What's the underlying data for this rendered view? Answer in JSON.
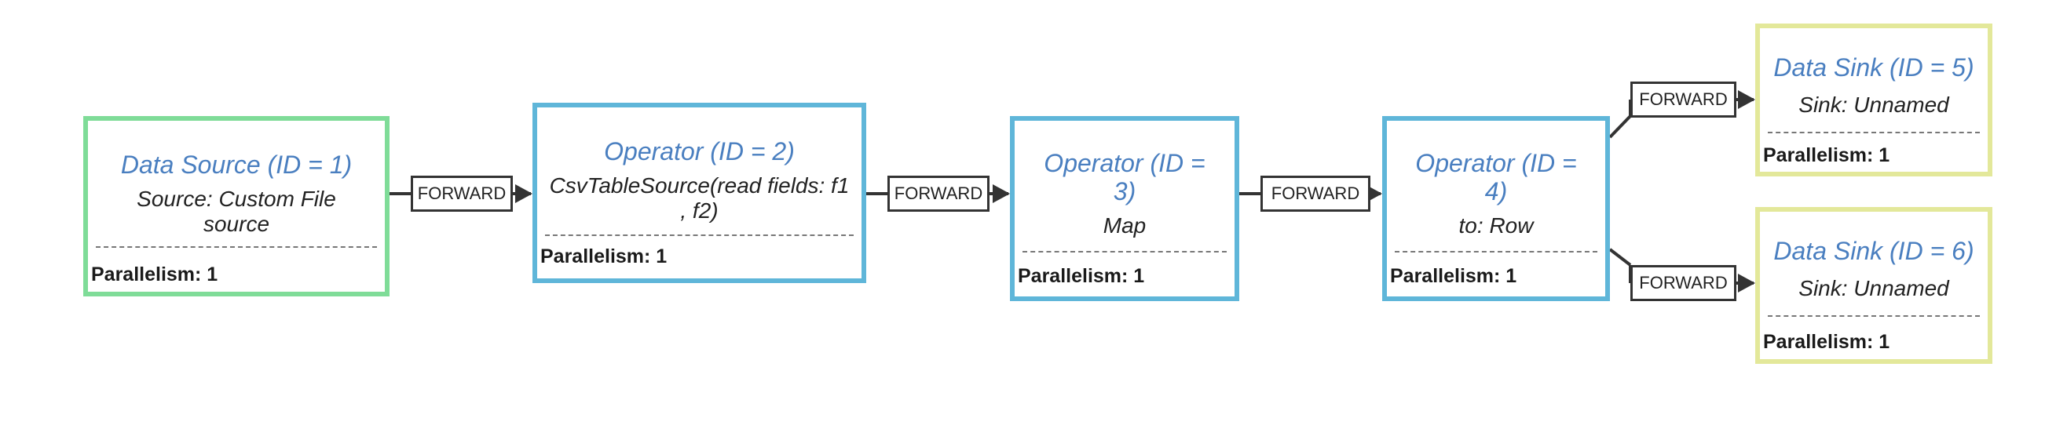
{
  "nodes": [
    {
      "id": "n1",
      "kind": "src",
      "title": "Data Source (ID = 1)",
      "desc": [
        "Source: Custom File",
        "source"
      ],
      "parallelism": "Parallelism: 1"
    },
    {
      "id": "n2",
      "kind": "op",
      "title": "Operator (ID = 2)",
      "desc": [
        "CsvTableSource(read fields: f1",
        ", f2)"
      ],
      "parallelism": "Parallelism: 1"
    },
    {
      "id": "n3",
      "kind": "op",
      "title": "Operator (ID = 3)",
      "desc": [
        "Map"
      ],
      "parallelism": "Parallelism: 1"
    },
    {
      "id": "n4",
      "kind": "op",
      "title": "Operator (ID = 4)",
      "desc": [
        "to: Row"
      ],
      "parallelism": "Parallelism: 1"
    },
    {
      "id": "n5",
      "kind": "sink",
      "title": "Data Sink (ID = 5)",
      "desc": [
        "Sink: Unnamed"
      ],
      "parallelism": "Parallelism: 1"
    },
    {
      "id": "n6",
      "kind": "sink",
      "title": "Data Sink (ID = 6)",
      "desc": [
        "Sink: Unnamed"
      ],
      "parallelism": "Parallelism: 1"
    }
  ],
  "edges": [
    {
      "from": "n1",
      "to": "n2",
      "label": "FORWARD"
    },
    {
      "from": "n2",
      "to": "n3",
      "label": "FORWARD"
    },
    {
      "from": "n3",
      "to": "n4",
      "label": "FORWARD"
    },
    {
      "from": "n4",
      "to": "n5",
      "label": "FORWARD"
    },
    {
      "from": "n4",
      "to": "n6",
      "label": "FORWARD"
    }
  ],
  "colors": {
    "source_border": "#7fdc98",
    "operator_border": "#5fb6d9",
    "sink_border": "#e3e89a",
    "title": "#4a7fc0",
    "edge": "#333333"
  }
}
